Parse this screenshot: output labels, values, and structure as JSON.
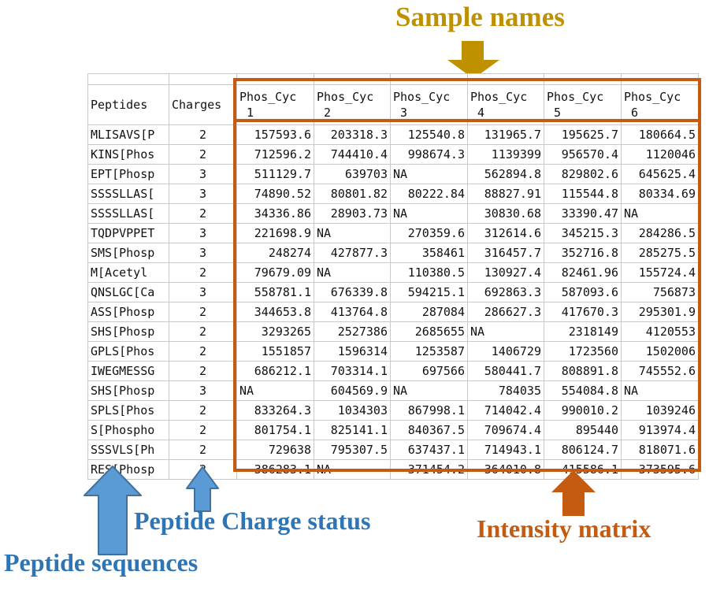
{
  "annotations": {
    "sample_names": "Sample names",
    "peptide_charge_status": "Peptide Charge status",
    "peptide_sequences": "Peptide sequences",
    "intensity_matrix": "Intensity matrix"
  },
  "colors": {
    "header_blue": "#9DC3E6",
    "header_yellow": "#FFFF00",
    "matrix_border_orange": "#C55A11",
    "gold": "#BF9000",
    "blue_label": "#2E75B6",
    "blue_arrow_fill": "#5B9BD5",
    "blue_arrow_stroke": "#41719C",
    "gridline": "#C9C9C9"
  },
  "table": {
    "peptides_header": "Peptides",
    "charges_header": "Charges",
    "sample_headers": [
      {
        "line1": "Phos_Cyc",
        "line2": "_1"
      },
      {
        "line1": "Phos_Cyc",
        "line2": "_2"
      },
      {
        "line1": "Phos_Cyc",
        "line2": "_3"
      },
      {
        "line1": "Phos_Cyc",
        "line2": "_4"
      },
      {
        "line1": "Phos_Cyc",
        "line2": "_5"
      },
      {
        "line1": "Phos_Cyc",
        "line2": "_6"
      }
    ],
    "rows": [
      {
        "peptide": "MLISAVS[P",
        "charge": "2",
        "values": [
          "157593.6",
          "203318.3",
          "125540.8",
          "131965.7",
          "195625.7",
          "180664.5"
        ]
      },
      {
        "peptide": "KINS[Phos",
        "charge": "2",
        "values": [
          "712596.2",
          "744410.4",
          "998674.3",
          "1139399",
          "956570.4",
          "1120046"
        ]
      },
      {
        "peptide": "EPT[Phosp",
        "charge": "3",
        "values": [
          "511129.7",
          "639703",
          "NA",
          "562894.8",
          "829802.6",
          "645625.4"
        ]
      },
      {
        "peptide": "SSSSLLAS[",
        "charge": "3",
        "values": [
          "74890.52",
          "80801.82",
          "80222.84",
          "88827.91",
          "115544.8",
          "80334.69"
        ]
      },
      {
        "peptide": "SSSSLLAS[",
        "charge": "2",
        "values": [
          "34336.86",
          "28903.73",
          "NA",
          "30830.68",
          "33390.47",
          "NA"
        ]
      },
      {
        "peptide": "TQDPVPPET",
        "charge": "3",
        "values": [
          "221698.9",
          "NA",
          "270359.6",
          "312614.6",
          "345215.3",
          "284286.5"
        ]
      },
      {
        "peptide": "SMS[Phosp",
        "charge": "3",
        "values": [
          "248274",
          "427877.3",
          "358461",
          "316457.7",
          "352716.8",
          "285275.5"
        ]
      },
      {
        "peptide": "M[Acetyl",
        "charge": "2",
        "values": [
          "79679.09",
          "NA",
          "110380.5",
          "130927.4",
          "82461.96",
          "155724.4"
        ]
      },
      {
        "peptide": "QNSLGC[Ca",
        "charge": "3",
        "values": [
          "558781.1",
          "676339.8",
          "594215.1",
          "692863.3",
          "587093.6",
          "756873"
        ]
      },
      {
        "peptide": "ASS[Phosp",
        "charge": "2",
        "values": [
          "344653.8",
          "413764.8",
          "287084",
          "286627.3",
          "417670.3",
          "295301.9"
        ]
      },
      {
        "peptide": "SHS[Phosp",
        "charge": "2",
        "values": [
          "3293265",
          "2527386",
          "2685655",
          "NA",
          "2318149",
          "4120553"
        ]
      },
      {
        "peptide": "GPLS[Phos",
        "charge": "2",
        "values": [
          "1551857",
          "1596314",
          "1253587",
          "1406729",
          "1723560",
          "1502006"
        ]
      },
      {
        "peptide": "IWEGMESSG",
        "charge": "2",
        "values": [
          "686212.1",
          "703314.1",
          "697566",
          "580441.7",
          "808891.8",
          "745552.6"
        ]
      },
      {
        "peptide": "SHS[Phosp",
        "charge": "3",
        "values": [
          "NA",
          "604569.9",
          "NA",
          "784035",
          "554084.8",
          "NA"
        ]
      },
      {
        "peptide": "SPLS[Phos",
        "charge": "2",
        "values": [
          "833264.3",
          "1034303",
          "867998.1",
          "714042.4",
          "990010.2",
          "1039246"
        ]
      },
      {
        "peptide": "S[Phospho",
        "charge": "2",
        "values": [
          "801754.1",
          "825141.1",
          "840367.5",
          "709674.4",
          "895440",
          "913974.4"
        ]
      },
      {
        "peptide": "SSSVLS[Ph",
        "charge": "2",
        "values": [
          "729638",
          "795307.5",
          "637437.1",
          "714943.1",
          "806124.7",
          "818071.6"
        ]
      },
      {
        "peptide": "RES[Phosp",
        "charge": "2",
        "values": [
          "386283.1",
          "NA",
          "371454.2",
          "364010.8",
          "415586.1",
          "373595.6"
        ]
      }
    ]
  }
}
